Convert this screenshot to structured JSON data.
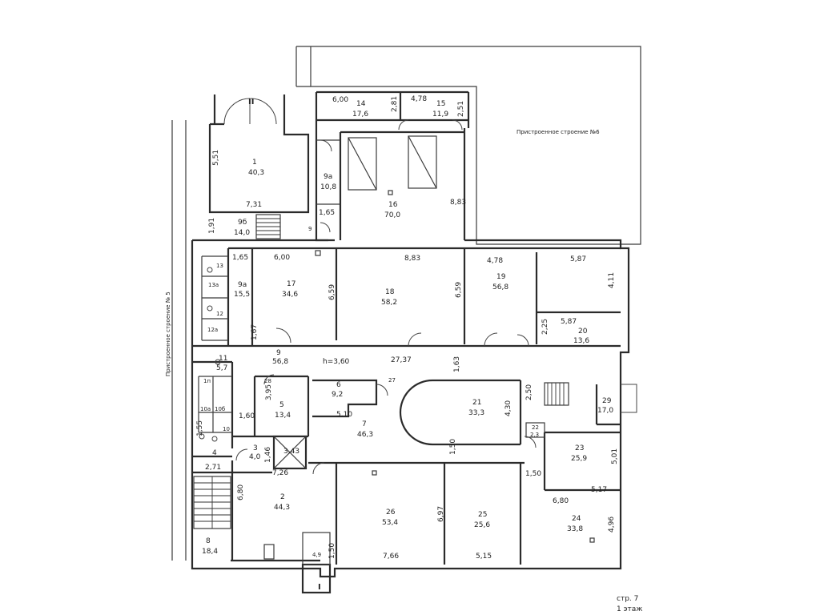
{
  "rooms": [
    {
      "num": "1",
      "area": "40,3"
    },
    {
      "num": "2",
      "area": "44,3"
    },
    {
      "num": "3",
      "area": "4,0"
    },
    {
      "num": "4",
      "area": ""
    },
    {
      "num": "5",
      "area": "13,4"
    },
    {
      "num": "6",
      "area": "9,2"
    },
    {
      "num": "7",
      "area": "46,3"
    },
    {
      "num": "8",
      "area": "18,4"
    },
    {
      "num": "9",
      "area": "56,8"
    },
    {
      "num": "9а",
      "area": "15,5"
    },
    {
      "num": "9а",
      "area": "10,8"
    },
    {
      "num": "9б",
      "area": "14,0"
    },
    {
      "num": "11",
      "area": "5,7"
    },
    {
      "num": "14",
      "area": "17,6"
    },
    {
      "num": "15",
      "area": "11,9"
    },
    {
      "num": "16",
      "area": "70,0"
    },
    {
      "num": "17",
      "area": "34,6"
    },
    {
      "num": "18",
      "area": "58,2"
    },
    {
      "num": "19",
      "area": "56,8"
    },
    {
      "num": "20",
      "area": "13,6"
    },
    {
      "num": "21",
      "area": "33,3"
    },
    {
      "num": "22",
      "area": "2,3"
    },
    {
      "num": "23",
      "area": "25,9"
    },
    {
      "num": "24",
      "area": "33,8"
    },
    {
      "num": "25",
      "area": "25,6"
    },
    {
      "num": "26",
      "area": "53,4"
    },
    {
      "num": "29",
      "area": "17,0"
    }
  ],
  "small_rooms": [
    "13",
    "13а",
    "12",
    "12а",
    "1п",
    "10а",
    "10б",
    "10",
    "28",
    "27",
    "9",
    "4,9"
  ],
  "dimensions": [
    "6,00",
    "2,81",
    "4,78",
    "2,51",
    "5,51",
    "7,31",
    "1,91",
    "1,65",
    "1,65",
    "8,83",
    "6,00",
    "8,83",
    "4,78",
    "5,87",
    "4,11",
    "6,59",
    "6,59",
    "5,87",
    "2,25",
    "1,67",
    "h=3,60",
    "27,37",
    "1,63",
    "3,95",
    "1,60",
    "5,10",
    "3,43",
    "1,46",
    "4,30",
    "2,50",
    "5,01",
    "1,50",
    "5,17",
    "1,55",
    "2,71",
    "7,26",
    "6,80",
    "6,97",
    "6,80",
    "4,96",
    "1,50",
    "7,66",
    "5,15",
    "1,50"
  ],
  "entrances": [
    "II",
    "I"
  ],
  "adjacent_building_top": "Пристроенное строение №6",
  "adjacent_building_left": "Пристроенное строение № 5",
  "page_label": "стр. 7",
  "floor_label": "1 этаж"
}
